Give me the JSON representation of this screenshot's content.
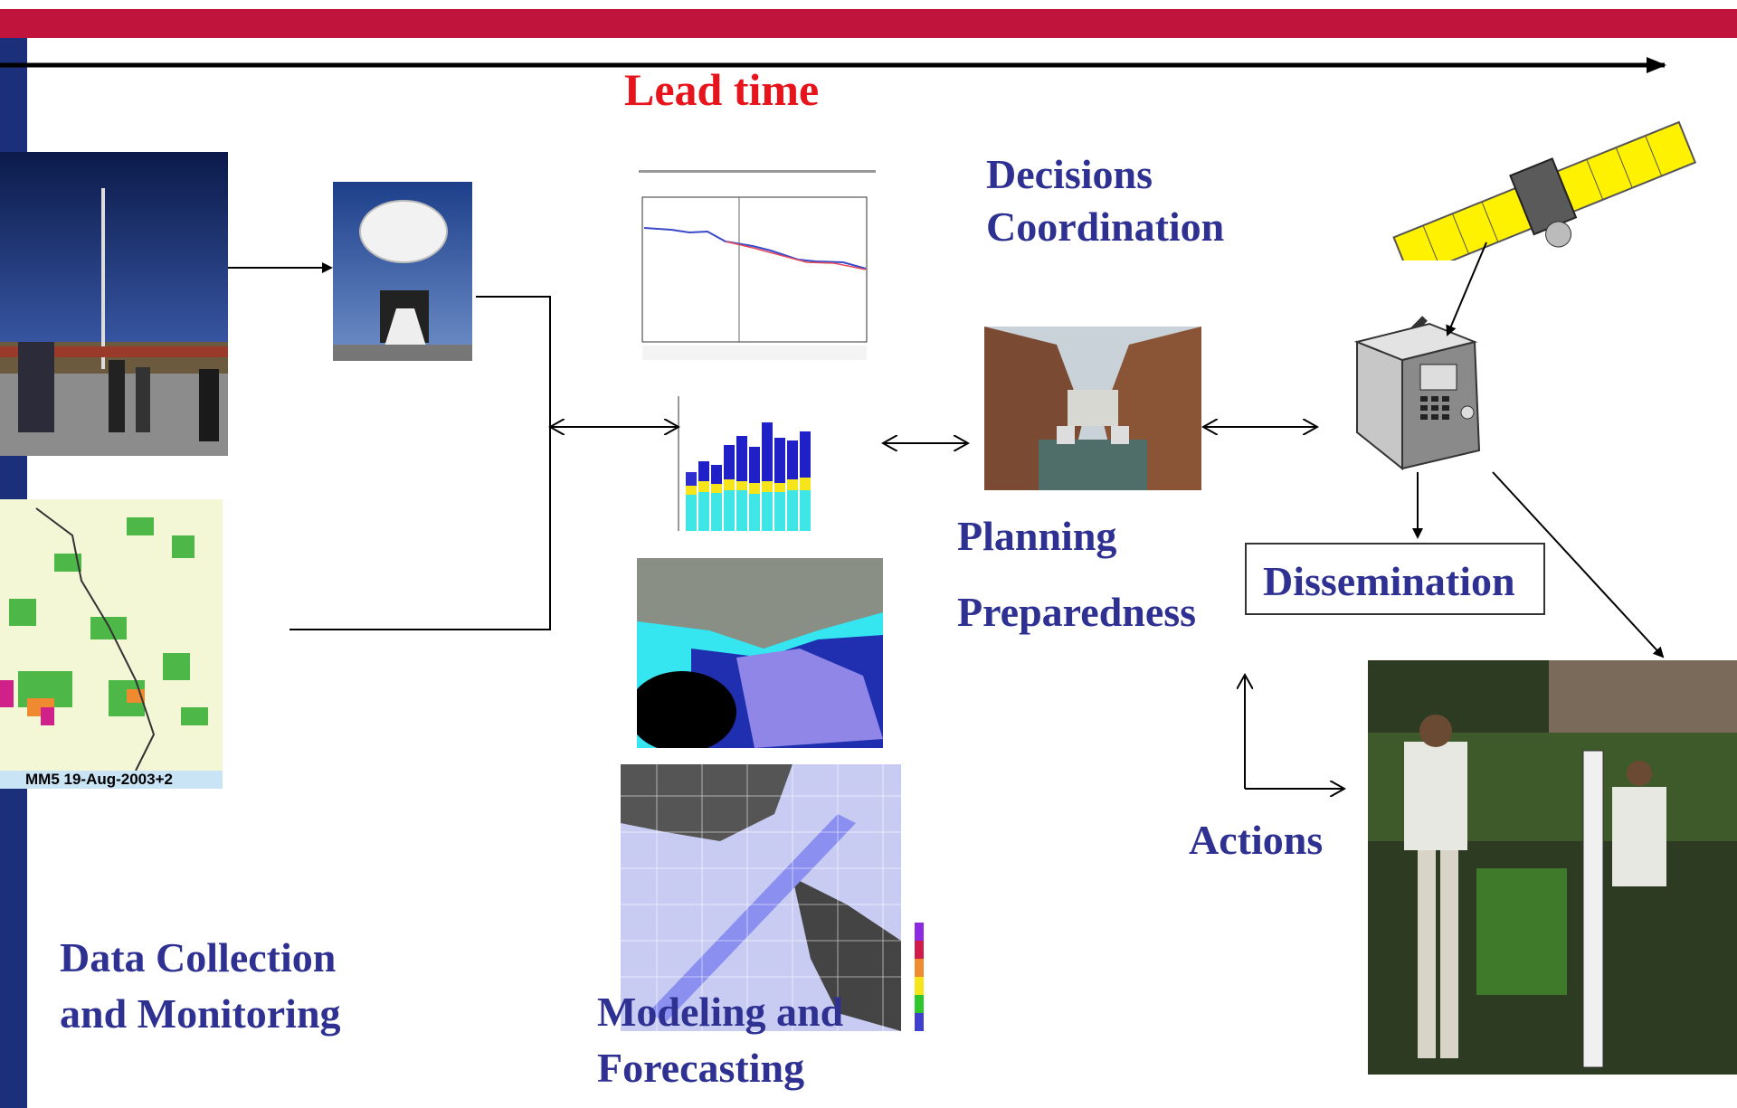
{
  "header": {
    "lead_time": "Lead time"
  },
  "labels": {
    "decisions": "Decisions",
    "coordination": "Coordination",
    "planning": "Planning",
    "preparedness": "Preparedness",
    "dissemination": "Dissemination",
    "actions": "Actions",
    "data_collection_1": "Data Collection",
    "data_collection_2": "and Monitoring",
    "modeling_1": "Modeling and",
    "modeling_2": "Forecasting"
  },
  "images": {
    "mm5_caption": "MM5 19-Aug-2003+2"
  },
  "colors": {
    "top_bar": "#c0143c",
    "left_bar": "#1c2f7a",
    "label_text": "#2e3192",
    "lead_time_text": "#e8141c"
  }
}
